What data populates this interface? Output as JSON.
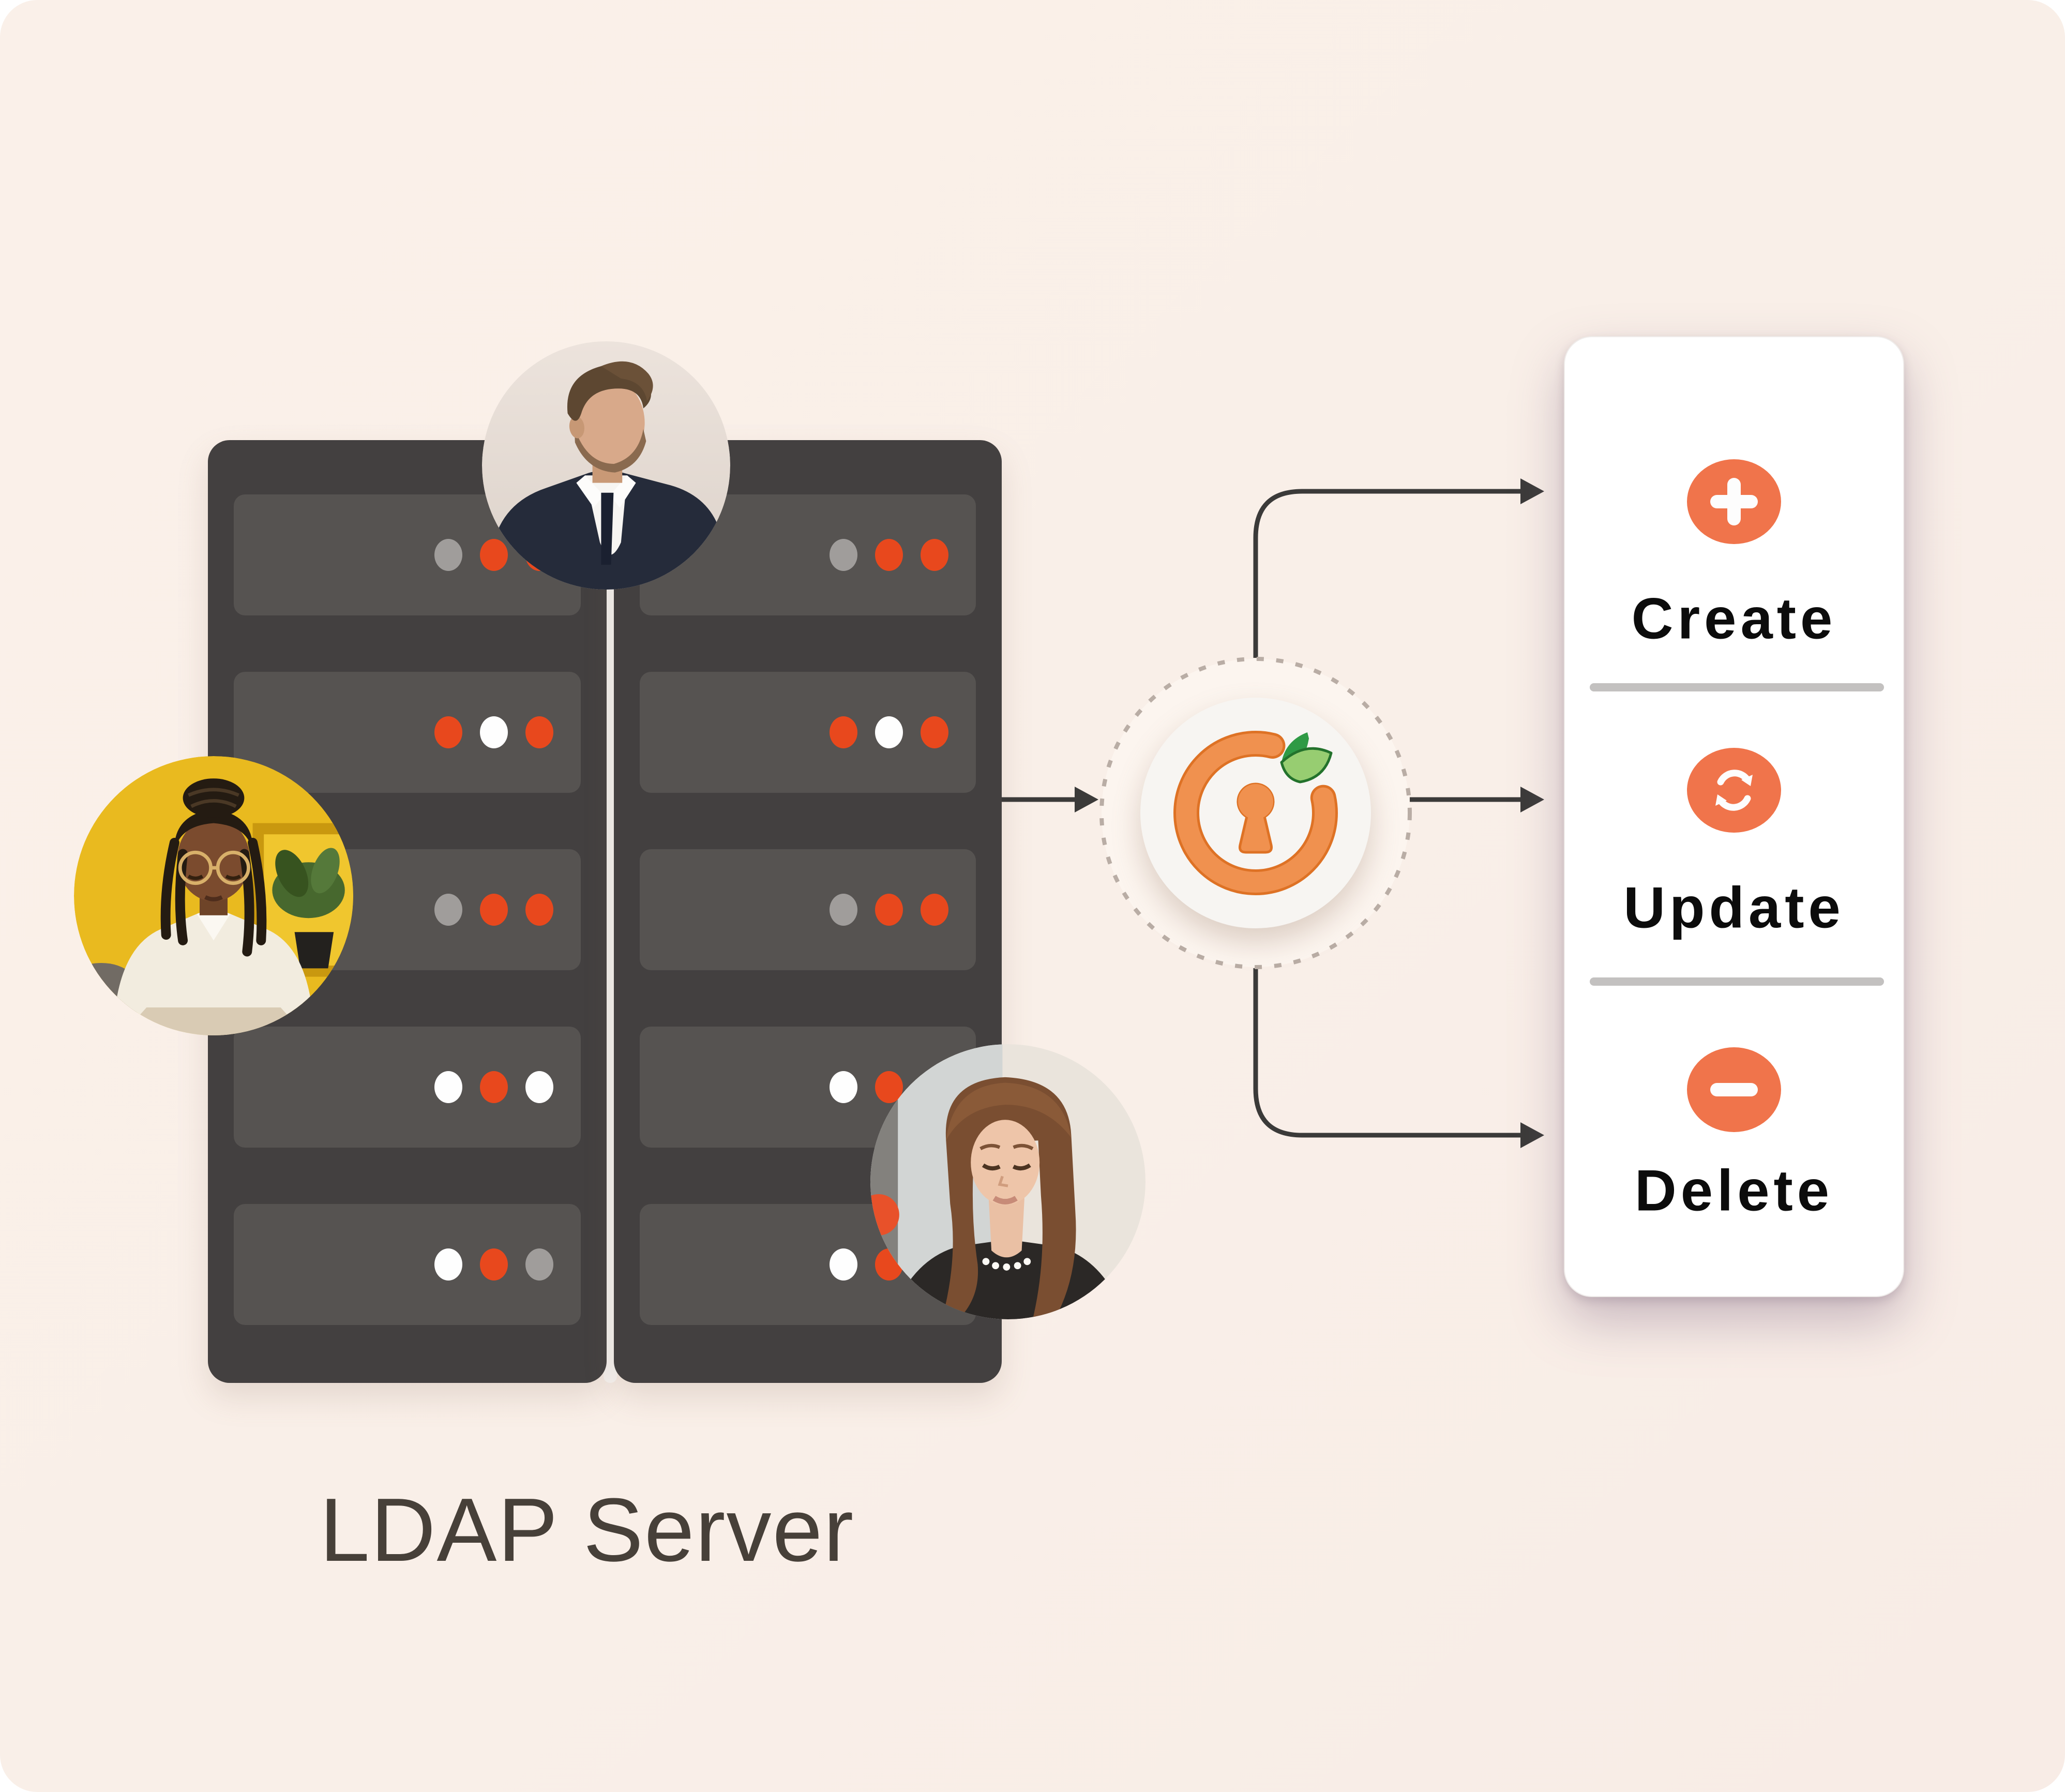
{
  "page": {
    "background_color": "#f9efe8",
    "caption": "LDAP Server"
  },
  "server": {
    "label": "LDAP Server",
    "columns": 2,
    "rows": 5,
    "dot_rows": [
      [
        "gray",
        "orange",
        "orange"
      ],
      [
        "orange",
        "white",
        "orange"
      ],
      [
        "gray",
        "orange",
        "orange"
      ],
      [
        "white",
        "orange",
        "white"
      ],
      [
        "white",
        "orange",
        "gray"
      ]
    ],
    "dot_colors": {
      "gray": "#a09d9b",
      "orange": "#e8481d",
      "white": "#fefefe"
    },
    "panel_color": "#434040",
    "unit_color": "#565351"
  },
  "avatars": [
    {
      "icon": "man-in-suit-avatar"
    },
    {
      "icon": "woman-with-braids-avatar"
    },
    {
      "icon": "woman-brown-hair-avatar"
    }
  ],
  "hub": {
    "icon": "orange-keyhole-leaf-logo",
    "ring_orange": "#f0914f",
    "ring_outline": "#de7225",
    "leaf_light": "#97cd71",
    "leaf_dark": "#2f9a45",
    "dotted_ring_color": "#b9ada5",
    "disc_color": "#f7f5f2"
  },
  "actions": [
    {
      "label": "Create",
      "icon": "plus-icon"
    },
    {
      "label": "Update",
      "icon": "sync-icon"
    },
    {
      "label": "Delete",
      "icon": "minus-icon"
    }
  ],
  "accents": {
    "action_orange": "#f0744b",
    "arrow_color": "#3b3a39",
    "divider_gray": "#c3c1c0",
    "caption_color": "#474039",
    "label_color": "#0c0c0c"
  }
}
